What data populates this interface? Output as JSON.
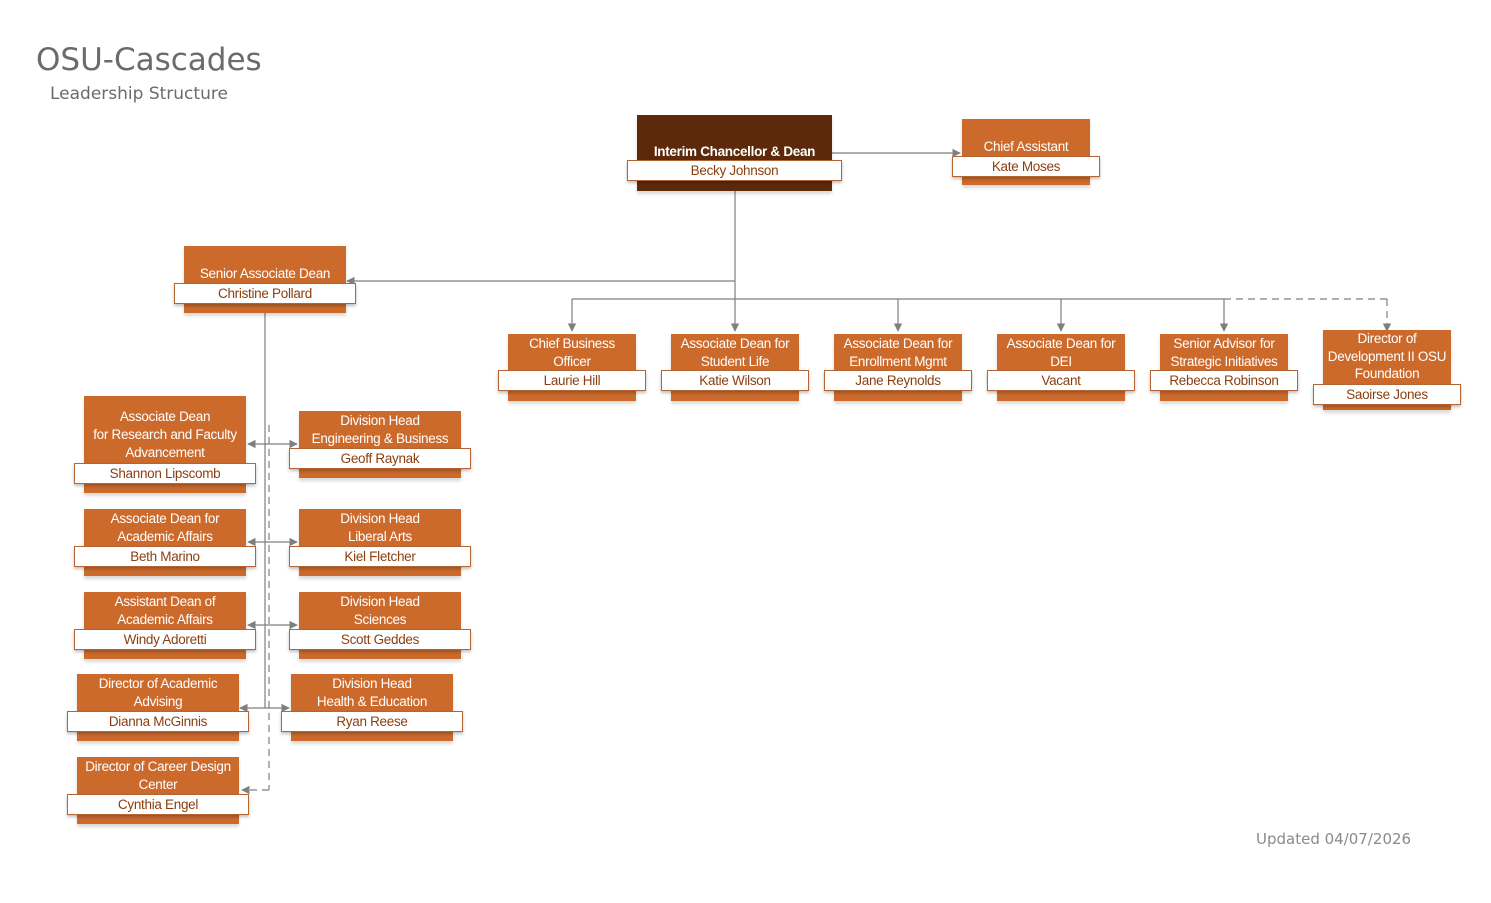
{
  "header": {
    "title": "OSU-Cascades",
    "subtitle": "Leadership Structure"
  },
  "footer": {
    "updated": "Updated 04/07/2026"
  },
  "colors": {
    "box": "#cc6a2c",
    "box_dark": "#5c2a0b",
    "name_text": "#8b3e10",
    "connector": "#7f7f7f"
  },
  "org": {
    "chancellor": {
      "title": "Interim Chancellor & Dean",
      "name": "Becky Johnson"
    },
    "chief_assistant": {
      "title": "Chief Assistant",
      "name": "Kate Moses"
    },
    "senior_associate_dean": {
      "title": "Senior Associate Dean",
      "name": "Christine Pollard"
    },
    "direct_reports": [
      {
        "title": "Chief Business\nOfficer",
        "name": "Laurie Hill"
      },
      {
        "title": "Associate Dean for\nStudent Life",
        "name": "Katie Wilson"
      },
      {
        "title": "Associate Dean for\nEnrollment Mgmt",
        "name": "Jane Reynolds"
      },
      {
        "title": "Associate Dean for\nDEI",
        "name": "Vacant"
      },
      {
        "title": "Senior Advisor for\nStrategic Initiatives",
        "name": "Rebecca Robinson"
      },
      {
        "title": "Director of\nDevelopment  II OSU\nFoundation",
        "name": "Saoirse Jones"
      }
    ],
    "left_column": [
      {
        "title": "Associate Dean\nfor Research and Faculty\nAdvancement",
        "name": "Shannon Lipscomb"
      },
      {
        "title": "Associate Dean for\nAcademic Affairs",
        "name": "Beth Marino"
      },
      {
        "title": "Assistant Dean of\nAcademic Affairs",
        "name": "Windy Adoretti"
      },
      {
        "title": "Director of Academic\nAdvising",
        "name": "Dianna McGinnis"
      },
      {
        "title": "Director of Career Design\nCenter",
        "name": "Cynthia Engel"
      }
    ],
    "divisions": [
      {
        "title": "Division Head\nEngineering & Business",
        "name": "Geoff Raynak"
      },
      {
        "title": "Division Head\nLiberal Arts",
        "name": "Kiel Fletcher"
      },
      {
        "title": "Division Head\nSciences",
        "name": "Scott Geddes"
      },
      {
        "title": "Division Head\nHealth & Education",
        "name": "Ryan Reese"
      }
    ]
  }
}
